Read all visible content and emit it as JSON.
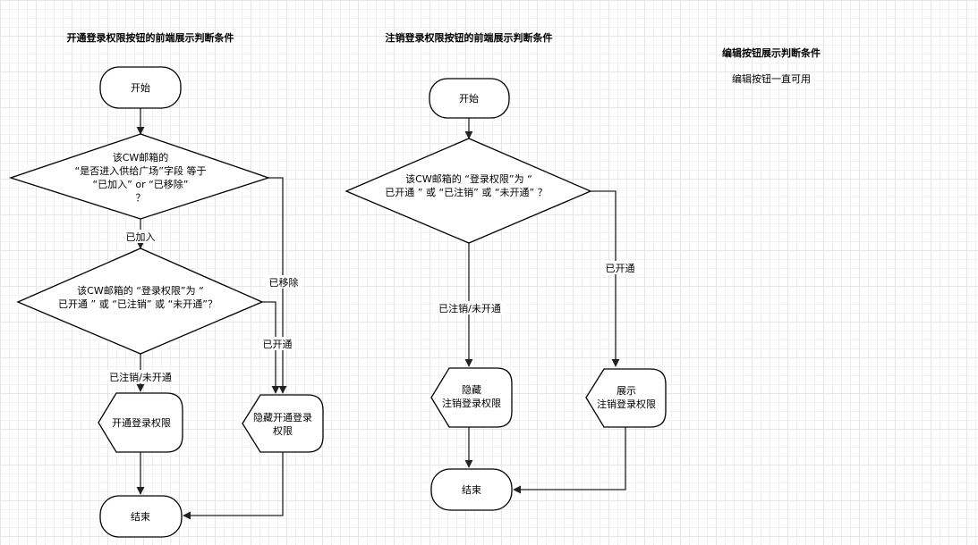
{
  "section1": {
    "title": "开通登录权限按钮的前端展示判断条件",
    "start": "开始",
    "decision1": [
      "该CW邮箱的",
      "“是否进入供给广场”字段 等于",
      "“已加入”  or  “已移除”",
      "？"
    ],
    "decision2": [
      "该CW邮箱的 “登录权限”为 “",
      "已开通 ” 或 “已注销” 或 “未开通”？"
    ],
    "action_show": "开通登录权限",
    "action_hide": [
      "隐藏开通登录",
      "权限"
    ],
    "end": "结束",
    "label_joined": "已加入",
    "label_removed": "已移除",
    "label_opened": "已开通",
    "label_cancelled_unopened": "已注销/未开通"
  },
  "section2": {
    "title": "注销登录权限按钮的前端展示判断条件",
    "start": "开始",
    "decision": [
      "该CW邮箱的 “登录权限”为 “",
      "已开通 ” 或 “已注销” 或 “未开通” ？"
    ],
    "action_hide": [
      "隐藏",
      "注销登录权限"
    ],
    "action_show": [
      "展示",
      "注销登录权限"
    ],
    "end": "结束",
    "label_cancelled_unopened": "已注销/未开通",
    "label_opened": "已开通"
  },
  "section3": {
    "title": "编辑按钮展示判断条件",
    "note": "编辑按钮一直可用"
  }
}
